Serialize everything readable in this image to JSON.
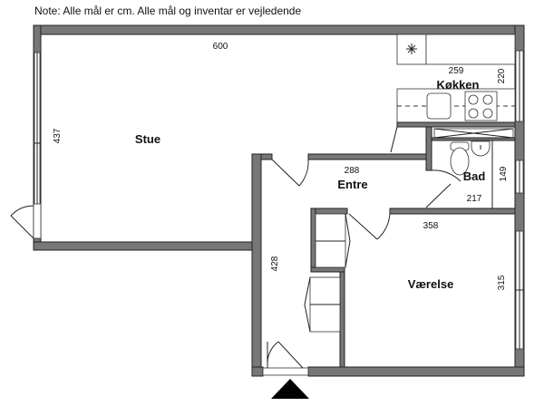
{
  "note": "Note: Alle mål er cm. Alle mål og inventar er vejledende",
  "rooms": {
    "stue": {
      "label": "Stue",
      "width": "600",
      "depth": "437"
    },
    "kokken": {
      "label": "Køkken",
      "width": "259",
      "depth": "220"
    },
    "entre": {
      "label": "Entre",
      "width": "288",
      "depth": "428"
    },
    "bad": {
      "label": "Bad",
      "width": "217",
      "depth": "149"
    },
    "vaerelse": {
      "label": "Værelse",
      "width": "358",
      "depth": "315"
    }
  },
  "colors": {
    "wall": "#777777",
    "line": "#222222"
  }
}
